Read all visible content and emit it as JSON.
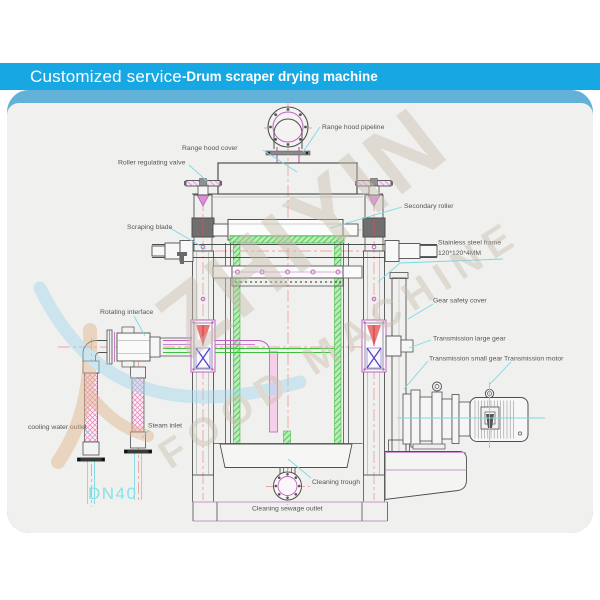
{
  "header": {
    "title_main": "Customized service",
    "title_sub": "-Drum scraper drying machine"
  },
  "watermark": {
    "brand": "ZHIYIN",
    "tagline": "FOOD MACHINE"
  },
  "diagram": {
    "labels": {
      "range_hood_pipeline": "Range hood pipeline",
      "range_hood_cover": "Range hood cover",
      "roller_regulating_valve": "Roller regulating valve",
      "scraping_blade": "Scraping blade",
      "secondary_roller": "Secondary roller",
      "stainless_frame_line1": "Stainless steel frame",
      "stainless_frame_line2": "120*120*4MM",
      "gear_safety_cover": "Gear safety cover",
      "transmission_large_gear": "Transmission large gear",
      "transmission_small_gear": "Transmission small gear",
      "transmission_motor": "Transmission motor",
      "rotating_interface": "Rotating interface",
      "cooling_water_outlet": "cooling water outlet",
      "steam_inlet": "Steam inlet",
      "cleaning_trough": "Cleaning trough",
      "cleaning_sewage_outlet": "Cleaning sewage outlet",
      "pipe_size": "DN40"
    },
    "colors": {
      "header_blue": "#17a8e3",
      "panel_band_blue": "#61b1d8",
      "panel_gray": "#f0f0ee",
      "line_dark": "#4f4f4f",
      "line_magenta": "#bf62bf",
      "centerline_red": "#ef8a8a",
      "leader_cyan": "#7cd9e6",
      "hatch_green": "#3dbf3d",
      "bearing_blue": "#4444cc",
      "dn_cyan": "#86e3e8",
      "watermark_beige": "#c9bfae"
    }
  }
}
